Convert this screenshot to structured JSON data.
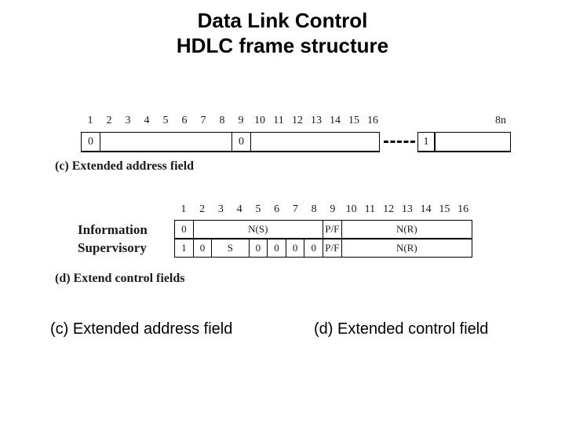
{
  "title": {
    "line1": "Data Link Control",
    "line2": "HDLC frame structure"
  },
  "colors": {
    "text": "#000000",
    "background": "#ffffff",
    "line": "#000000"
  },
  "diagram_c": {
    "bit_numbers": [
      "1",
      "2",
      "3",
      "4",
      "5",
      "6",
      "7",
      "8",
      "9",
      "10",
      "11",
      "12",
      "13",
      "14",
      "15",
      "16"
    ],
    "extra_bit_label": "8n",
    "octet1_first_bit": "0",
    "octet2_first_bit": "0",
    "last_octet_first_bit": "1",
    "label": "(c) Extended address field"
  },
  "diagram_d": {
    "bit_numbers": [
      "1",
      "2",
      "3",
      "4",
      "5",
      "6",
      "7",
      "8",
      "9",
      "10",
      "11",
      "12",
      "13",
      "14",
      "15",
      "16"
    ],
    "rows": [
      {
        "label": "Information",
        "cells": [
          {
            "text": "0",
            "bits": 1
          },
          {
            "text": "N(S)",
            "bits": 7
          },
          {
            "text": "P/F",
            "bits": 1
          },
          {
            "text": "N(R)",
            "bits": 7
          }
        ]
      },
      {
        "label": "Supervisory",
        "cells": [
          {
            "text": "1",
            "bits": 1
          },
          {
            "text": "0",
            "bits": 1
          },
          {
            "text": "S",
            "bits": 2
          },
          {
            "text": "0",
            "bits": 1
          },
          {
            "text": "0",
            "bits": 1
          },
          {
            "text": "0",
            "bits": 1
          },
          {
            "text": "0",
            "bits": 1
          },
          {
            "text": "P/F",
            "bits": 1
          },
          {
            "text": "N(R)",
            "bits": 7
          }
        ]
      }
    ],
    "label": "(d) Extend control fields"
  },
  "captions": {
    "left": "(c) Extended address field",
    "right": "(d) Extended control field"
  }
}
